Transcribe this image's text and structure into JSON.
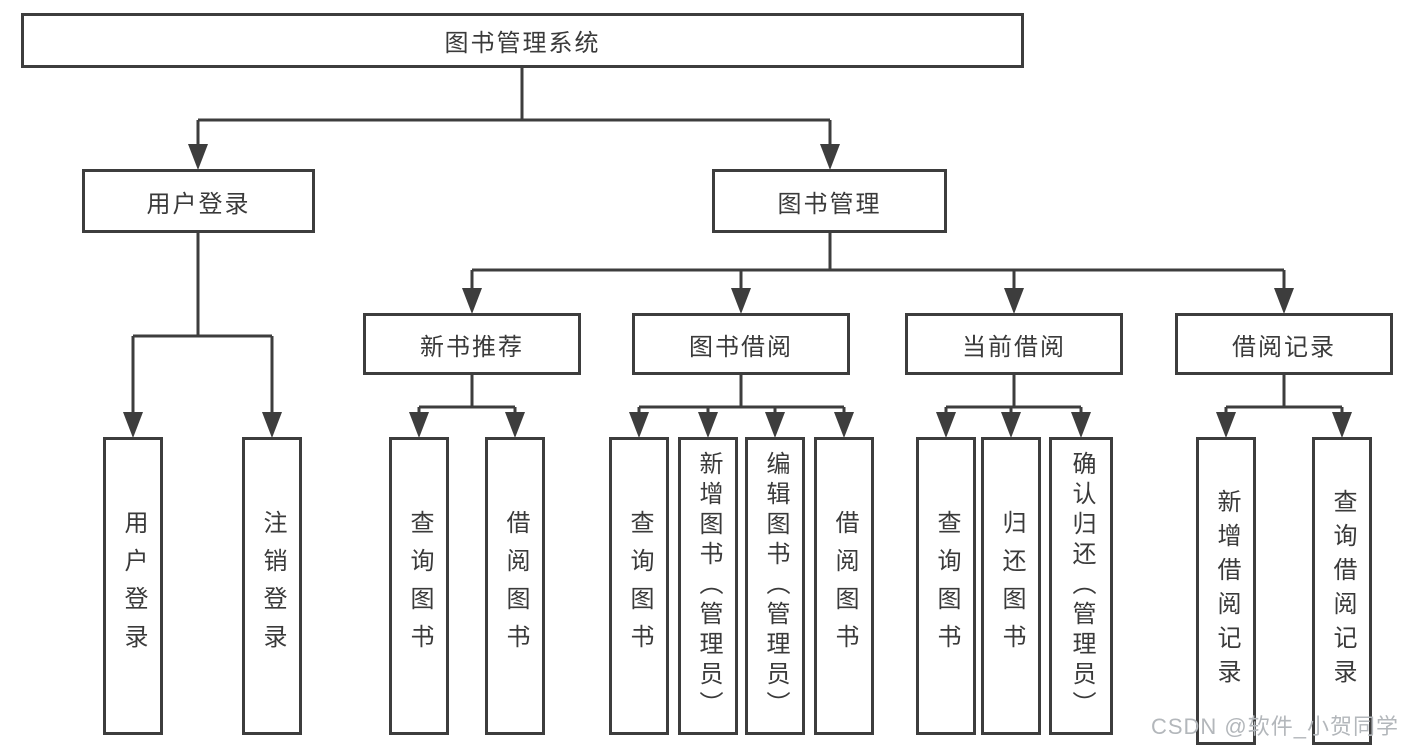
{
  "colors": {
    "line": "#3d3d3d",
    "node_text": "#3a3a3a",
    "node_background": "#ffffff",
    "watermark": "#b3b7bb",
    "background": "#ffffff"
  },
  "tree": {
    "root": {
      "label": "图书管理系统",
      "children": [
        {
          "label": "用户登录",
          "children": [
            {
              "label": "用户登录"
            },
            {
              "label": "注销登录"
            }
          ]
        },
        {
          "label": "图书管理",
          "children": [
            {
              "label": "新书推荐",
              "children": [
                {
                  "label": "查询图书"
                },
                {
                  "label": "借阅图书"
                }
              ]
            },
            {
              "label": "图书借阅",
              "children": [
                {
                  "label": "查询图书"
                },
                {
                  "label": "新增图书（管理员）"
                },
                {
                  "label": "编辑图书（管理员）"
                },
                {
                  "label": "借阅图书"
                }
              ]
            },
            {
              "label": "当前借阅",
              "children": [
                {
                  "label": "查询图书"
                },
                {
                  "label": "归还图书"
                },
                {
                  "label": "确认归还（管理员）"
                }
              ]
            },
            {
              "label": "借阅记录",
              "children": [
                {
                  "label": "新增借阅记录"
                },
                {
                  "label": "查询借阅记录"
                }
              ]
            }
          ]
        }
      ]
    }
  },
  "watermark": {
    "text": "CSDN @软件_小贺同学"
  }
}
